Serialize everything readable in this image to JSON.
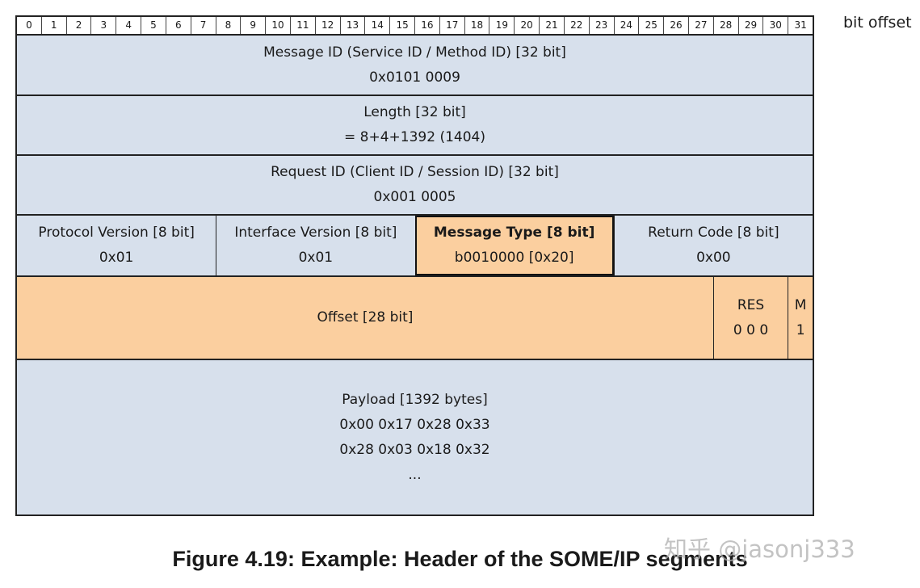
{
  "bit_offset_label": "bit offset",
  "bits": [
    "0",
    "1",
    "2",
    "3",
    "4",
    "5",
    "6",
    "7",
    "8",
    "9",
    "10",
    "11",
    "12",
    "13",
    "14",
    "15",
    "16",
    "17",
    "18",
    "19",
    "20",
    "21",
    "22",
    "23",
    "24",
    "25",
    "26",
    "27",
    "28",
    "29",
    "30",
    "31"
  ],
  "message_id": {
    "label": "Message ID (Service ID / Method ID) [32 bit]",
    "value": "0x0101 0009"
  },
  "length": {
    "label": "Length [32 bit]",
    "value": "= 8+4+1392 (1404)"
  },
  "request_id": {
    "label": "Request ID (Client ID / Session ID) [32 bit]",
    "value": "0x001 0005"
  },
  "protocol_version": {
    "label": "Protocol Version [8 bit]",
    "value": "0x01"
  },
  "interface_version": {
    "label": "Interface Version [8 bit]",
    "value": "0x01"
  },
  "message_type": {
    "label": "Message Type [8 bit]",
    "value": "b0010000 [0x20]"
  },
  "return_code": {
    "label": "Return Code [8 bit]",
    "value": "0x00"
  },
  "offset": {
    "label": "Offset [28 bit]"
  },
  "res": {
    "label": "RES",
    "value": "0 0 0"
  },
  "more": {
    "label": "M",
    "value": "1"
  },
  "payload": {
    "label": "Payload [1392 bytes]",
    "lines": [
      "0x00 0x17 0x28 0x33",
      "0x28 0x03 0x18 0x32",
      "..."
    ]
  },
  "caption": "Figure 4.19: Example: Header of the SOME/IP segments",
  "watermark": "知乎 @jasonj333",
  "colors": {
    "header_fill": "#d7e0ec",
    "highlight_fill": "#fbcf9f",
    "border": "#222222"
  }
}
